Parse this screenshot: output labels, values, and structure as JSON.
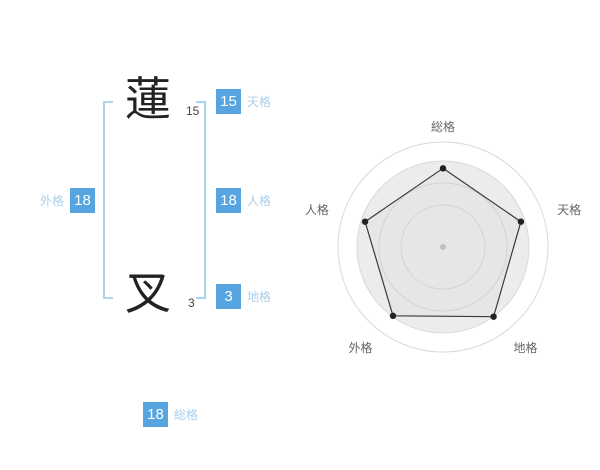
{
  "name": {
    "characters": [
      {
        "char": "蓮",
        "strokes": "15"
      },
      {
        "char": "叉",
        "strokes": "3"
      }
    ]
  },
  "kaku": {
    "tenkaku": {
      "value": "15",
      "label": "天格"
    },
    "jinkaku": {
      "value": "18",
      "label": "人格"
    },
    "chikaku": {
      "value": "3",
      "label": "地格"
    },
    "gaikaku": {
      "value": "18",
      "label": "外格"
    },
    "soukaku": {
      "value": "18",
      "label": "総格"
    }
  },
  "colors": {
    "badge_blue": "#56a5e0",
    "label_blue": "#a9cfec",
    "bracket_blue": "#abd4f0",
    "ring_stroke": "#d9d9d9",
    "ring_fill": "#ececec",
    "polygon_stroke": "#3a3a3a",
    "dot": "#222222",
    "axis_label": "#666666",
    "center_dot": "#c6c6c6"
  },
  "chart_data": {
    "type": "radar",
    "axes": [
      "総格",
      "天格",
      "地格",
      "外格",
      "人格"
    ],
    "values": [
      75,
      78,
      82,
      81,
      78
    ],
    "max": 100,
    "rings": [
      105,
      86,
      64,
      42
    ],
    "grid": "circular",
    "legend": "none",
    "title": ""
  }
}
